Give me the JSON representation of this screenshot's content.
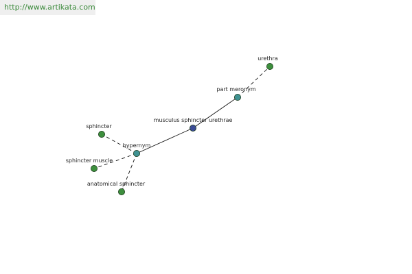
{
  "watermark": "http://www.artikata.com",
  "colors": {
    "center_node": "#3c4c96",
    "relation_node": "#3f9292",
    "leaf_node": "#3d8f3d",
    "node_stroke": "#1b3a1b",
    "edge": "#111111"
  },
  "nodes": [
    {
      "id": "center",
      "label": "musculus sphincter urethrae",
      "kind": "center"
    },
    {
      "id": "rel_part",
      "label": "part meronym",
      "kind": "relation"
    },
    {
      "id": "leaf_urethra",
      "label": "urethra",
      "kind": "leaf"
    },
    {
      "id": "rel_hyper",
      "label": "hypernym",
      "kind": "relation"
    },
    {
      "id": "leaf_sphincter",
      "label": "sphincter",
      "kind": "leaf"
    },
    {
      "id": "leaf_sphincter_muscle",
      "label": "sphincter muscle",
      "kind": "leaf"
    },
    {
      "id": "leaf_anatomical",
      "label": "anatomical sphincter",
      "kind": "leaf"
    }
  ],
  "edges": [
    {
      "from": "center",
      "to": "rel_part",
      "style": "solid"
    },
    {
      "from": "rel_part",
      "to": "leaf_urethra",
      "style": "dashed"
    },
    {
      "from": "center",
      "to": "rel_hyper",
      "style": "solid"
    },
    {
      "from": "rel_hyper",
      "to": "leaf_sphincter",
      "style": "dashed"
    },
    {
      "from": "rel_hyper",
      "to": "leaf_sphincter_muscle",
      "style": "dashed"
    },
    {
      "from": "rel_hyper",
      "to": "leaf_anatomical",
      "style": "dashed"
    }
  ]
}
